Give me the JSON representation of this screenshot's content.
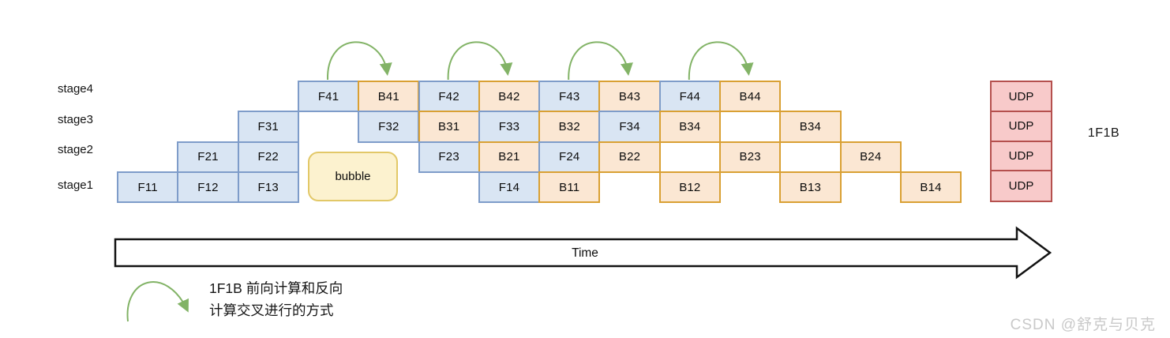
{
  "colors": {
    "forward_fill": "#D9E5F3",
    "forward_border": "#7E9CC9",
    "backward_fill": "#FBE7D3",
    "backward_border": "#D9A033",
    "bubble_fill": "#FCF2CF",
    "bubble_border": "#E2C868",
    "udp_fill": "#F8CACA",
    "udp_border": "#B5504E",
    "arrow_green": "#82B366",
    "watermark": "#C9C9C9"
  },
  "stages": [
    {
      "label": "stage4"
    },
    {
      "label": "stage3"
    },
    {
      "label": "stage2"
    },
    {
      "label": "stage1"
    }
  ],
  "schedule": [
    {
      "stage": "stage4",
      "row": 0,
      "col": 3,
      "label": "F41",
      "type": "forward"
    },
    {
      "stage": "stage4",
      "row": 0,
      "col": 4,
      "label": "B41",
      "type": "backward"
    },
    {
      "stage": "stage4",
      "row": 0,
      "col": 5,
      "label": "F42",
      "type": "forward"
    },
    {
      "stage": "stage4",
      "row": 0,
      "col": 6,
      "label": "B42",
      "type": "backward"
    },
    {
      "stage": "stage4",
      "row": 0,
      "col": 7,
      "label": "F43",
      "type": "forward"
    },
    {
      "stage": "stage4",
      "row": 0,
      "col": 8,
      "label": "B43",
      "type": "backward"
    },
    {
      "stage": "stage4",
      "row": 0,
      "col": 9,
      "label": "F44",
      "type": "forward"
    },
    {
      "stage": "stage4",
      "row": 0,
      "col": 10,
      "label": "B44",
      "type": "backward"
    },
    {
      "stage": "stage3",
      "row": 1,
      "col": 2,
      "label": "F31",
      "type": "forward"
    },
    {
      "stage": "stage3",
      "row": 1,
      "col": 4,
      "label": "F32",
      "type": "forward"
    },
    {
      "stage": "stage3",
      "row": 1,
      "col": 5,
      "label": "B31",
      "type": "backward"
    },
    {
      "stage": "stage3",
      "row": 1,
      "col": 6,
      "label": "F33",
      "type": "forward"
    },
    {
      "stage": "stage3",
      "row": 1,
      "col": 7,
      "label": "B32",
      "type": "backward"
    },
    {
      "stage": "stage3",
      "row": 1,
      "col": 8,
      "label": "F34",
      "type": "forward"
    },
    {
      "stage": "stage3",
      "row": 1,
      "col": 9,
      "label": "B34",
      "type": "backward"
    },
    {
      "stage": "stage3",
      "row": 1,
      "col": 11,
      "label": "B34",
      "type": "backward"
    },
    {
      "stage": "stage2",
      "row": 2,
      "col": 1,
      "label": "F21",
      "type": "forward"
    },
    {
      "stage": "stage2",
      "row": 2,
      "col": 2,
      "label": "F22",
      "type": "forward"
    },
    {
      "stage": "stage2",
      "row": 2,
      "col": 5,
      "label": "F23",
      "type": "forward"
    },
    {
      "stage": "stage2",
      "row": 2,
      "col": 6,
      "label": "B21",
      "type": "backward"
    },
    {
      "stage": "stage2",
      "row": 2,
      "col": 7,
      "label": "F24",
      "type": "forward"
    },
    {
      "stage": "stage2",
      "row": 2,
      "col": 8,
      "label": "B22",
      "type": "backward"
    },
    {
      "stage": "stage2",
      "row": 2,
      "col": 10,
      "label": "B23",
      "type": "backward"
    },
    {
      "stage": "stage2",
      "row": 2,
      "col": 12,
      "label": "B24",
      "type": "backward"
    },
    {
      "stage": "stage1",
      "row": 3,
      "col": 0,
      "label": "F11",
      "type": "forward"
    },
    {
      "stage": "stage1",
      "row": 3,
      "col": 1,
      "label": "F12",
      "type": "forward"
    },
    {
      "stage": "stage1",
      "row": 3,
      "col": 2,
      "label": "F13",
      "type": "forward"
    },
    {
      "stage": "stage1",
      "row": 3,
      "col": 6,
      "label": "F14",
      "type": "forward"
    },
    {
      "stage": "stage1",
      "row": 3,
      "col": 7,
      "label": "B11",
      "type": "backward"
    },
    {
      "stage": "stage1",
      "row": 3,
      "col": 9,
      "label": "B12",
      "type": "backward"
    },
    {
      "stage": "stage1",
      "row": 3,
      "col": 11,
      "label": "B13",
      "type": "backward"
    },
    {
      "stage": "stage1",
      "row": 3,
      "col": 13,
      "label": "B14",
      "type": "backward"
    }
  ],
  "bubble": {
    "label": "bubble"
  },
  "arcs": [
    {
      "from": "F41",
      "to": "B41",
      "fromCol": 3,
      "toCol": 4
    },
    {
      "from": "F42",
      "to": "B42",
      "fromCol": 5,
      "toCol": 6
    },
    {
      "from": "F43",
      "to": "B43",
      "fromCol": 7,
      "toCol": 8
    },
    {
      "from": "F44",
      "to": "B44",
      "fromCol": 9,
      "toCol": 10
    }
  ],
  "udp_column": {
    "cells": [
      "UDP",
      "UDP",
      "UDP",
      "UDP"
    ]
  },
  "side_label": "1F1B",
  "time_axis": {
    "label": "Time"
  },
  "legend": {
    "line1": "1F1B 前向计算和反向",
    "line2": "计算交叉进行的方式"
  },
  "watermark": "CSDN @舒克与贝克"
}
